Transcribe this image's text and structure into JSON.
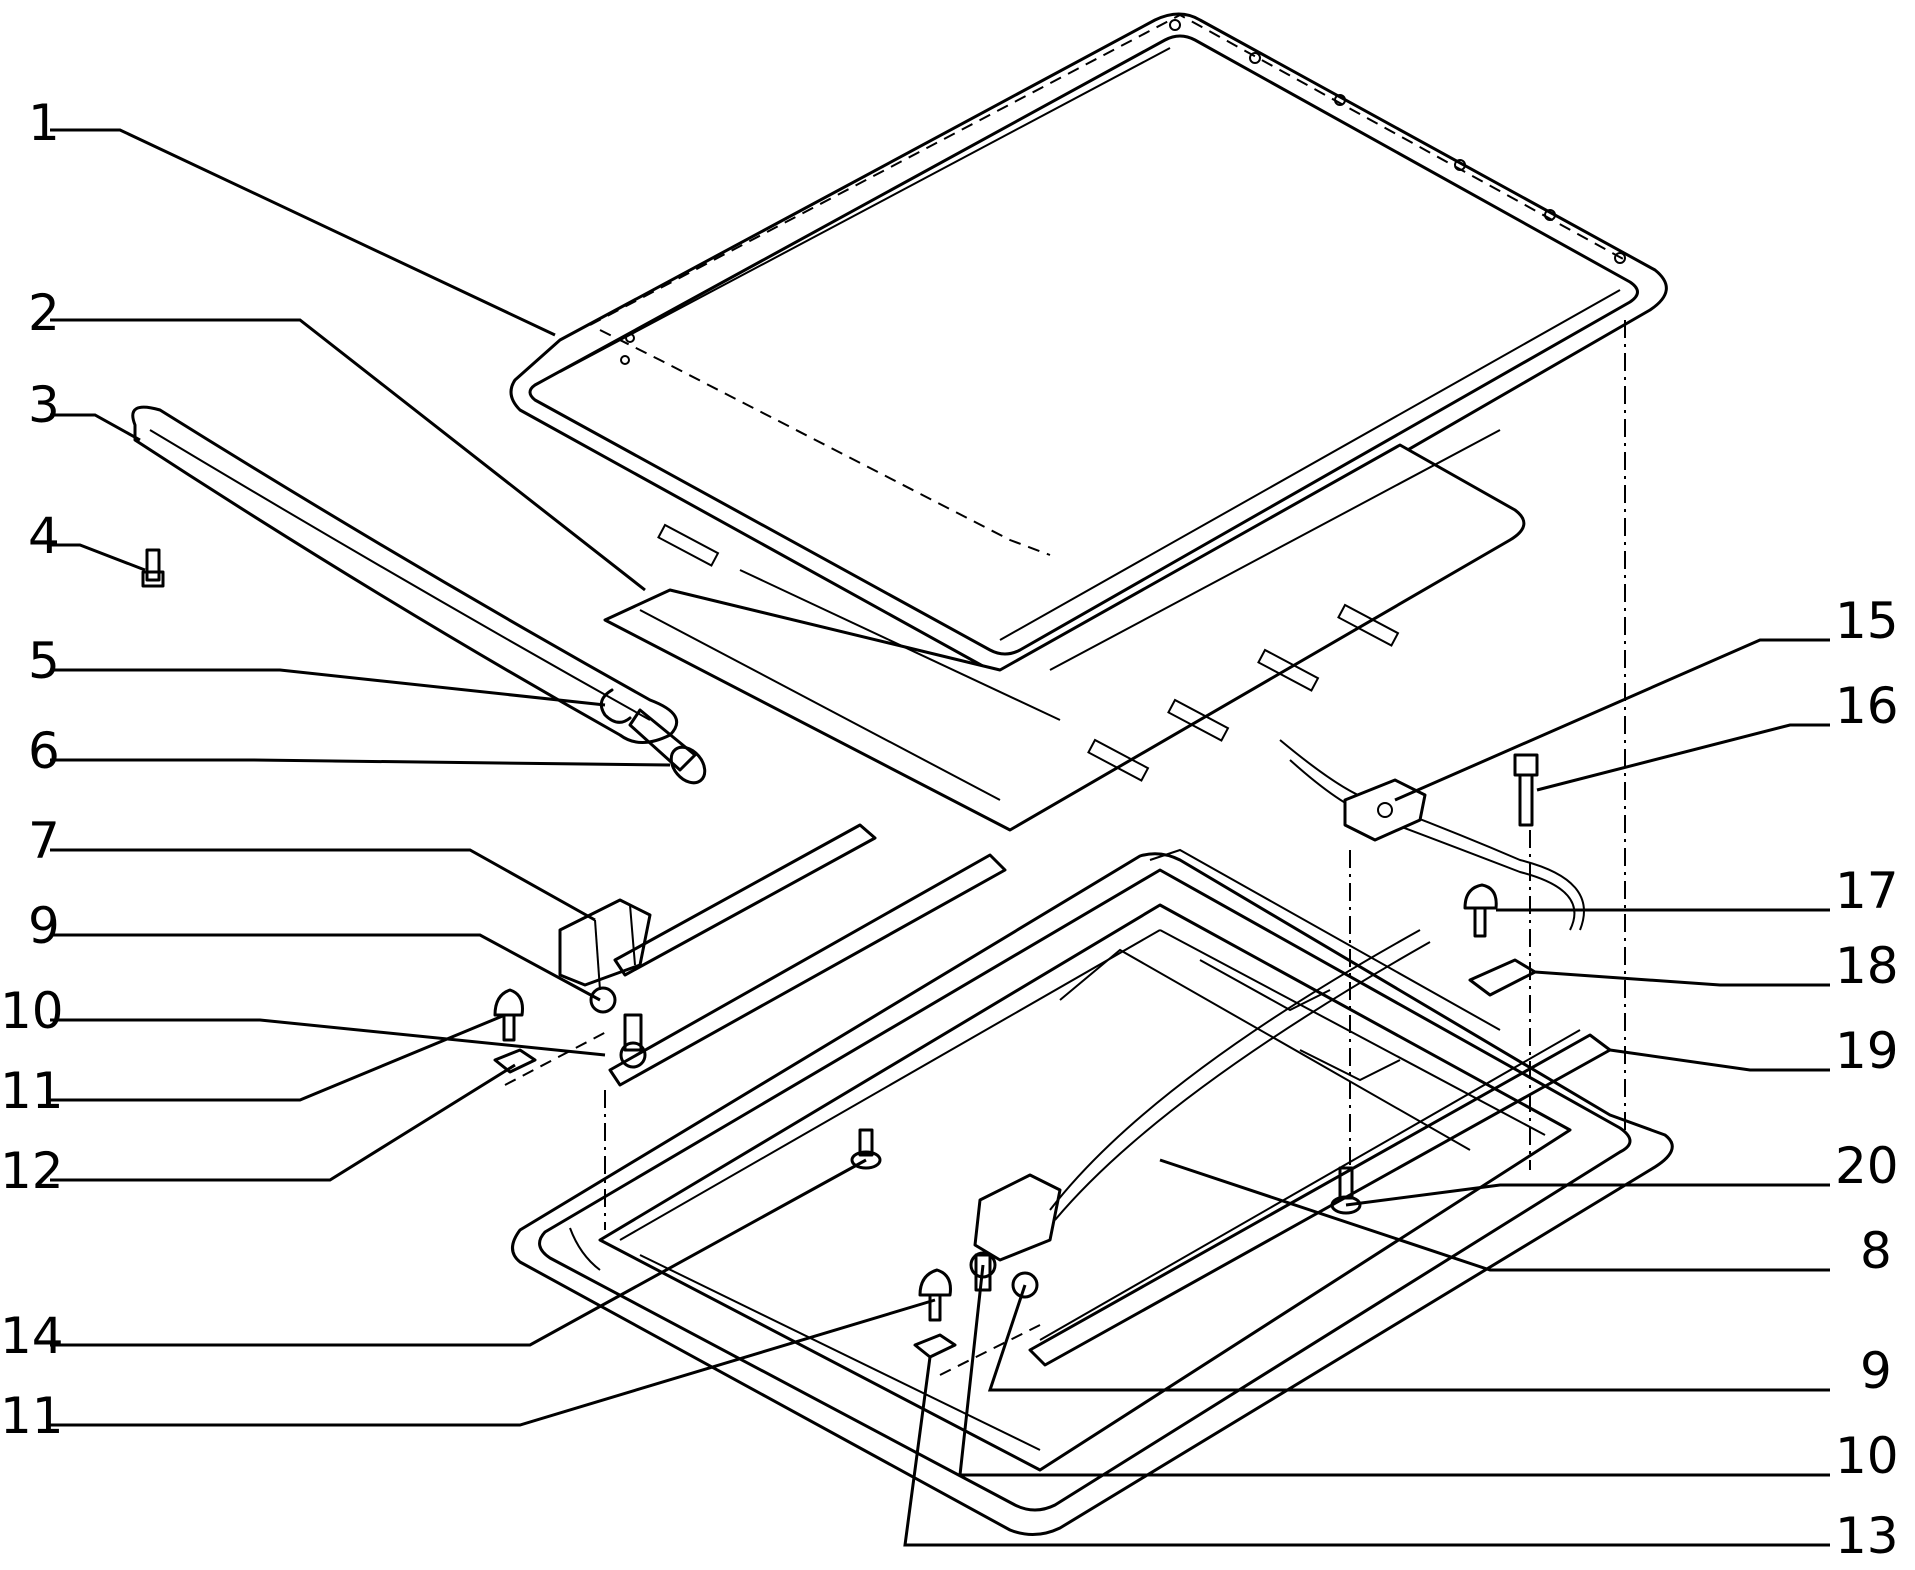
{
  "callouts": {
    "c1": "1",
    "c2": "2",
    "c3": "3",
    "c4": "4",
    "c5": "5",
    "c6": "6",
    "c7": "7",
    "c9a": "9",
    "c10a": "10",
    "c11a": "11",
    "c12": "12",
    "c14": "14",
    "c11b": "11",
    "c15": "15",
    "c16": "16",
    "c17": "17",
    "c18": "18",
    "c19": "19",
    "c20": "20",
    "c8": "8",
    "c9b": "9",
    "c10b": "10",
    "c13": "13"
  }
}
